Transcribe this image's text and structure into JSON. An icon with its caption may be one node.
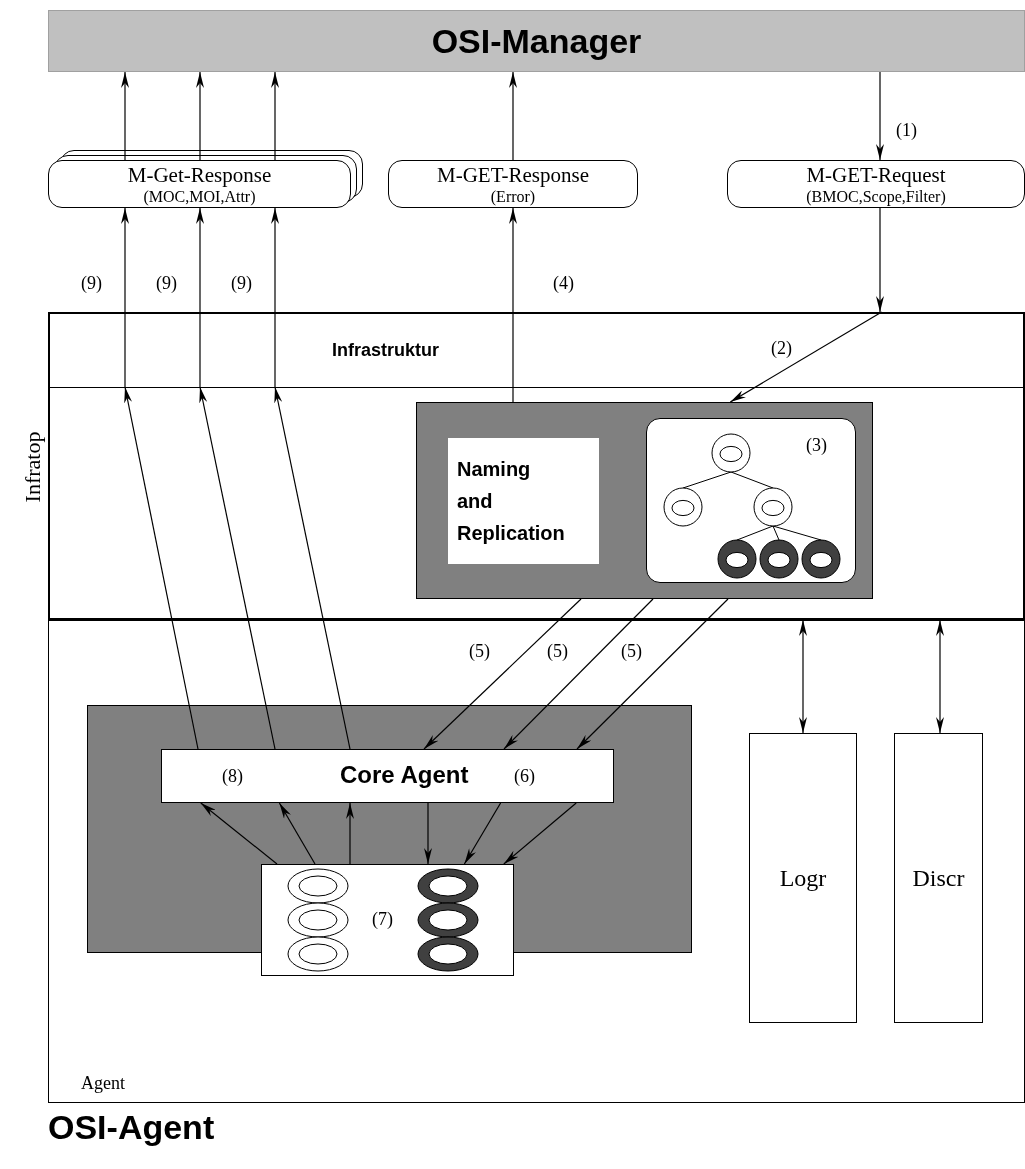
{
  "diagram": {
    "nodes": [
      {
        "text": [
          "OSI-Manager"
        ]
      },
      {
        "text": [
          "M-Get-Response",
          "(MOC,MOI,Attr)"
        ]
      },
      {
        "text": [
          "M-GET-Response",
          "(Error)"
        ]
      },
      {
        "text": [
          "M-GET-Request",
          "(BMOC,Scope,Filter)"
        ]
      },
      {
        "text": [
          "Infratop"
        ]
      },
      {
        "text": [],
        "shape": "box",
        "in": 4
      },
      {
        "text": [
          "Naming and Replication"
        ],
        "in": 5
      },
      {
        "text": [
          "(3)"
        ],
        "in": 5
      },
      {
        "text": [
          "Agent"
        ]
      },
      {
        "text": [],
        "shape": "box",
        "in": 8
      },
      {
        "text": [
          "(8)",
          "Core Agent",
          "(6)"
        ],
        "in": 9
      },
      {
        "text": [
          "(7)"
        ],
        "in": 8
      },
      {
        "text": [
          "Logr"
        ],
        "in": 8
      },
      {
        "text": [
          "Discr"
        ],
        "in": 8
      }
    ],
    "edges": [
      {
        "from": 0,
        "to": 3,
        "arrow": "to",
        "label": "(1)"
      },
      {
        "from": 3,
        "to": 4,
        "arrow": "to"
      },
      {
        "from": 4,
        "to": 5,
        "arrow": "to",
        "label": "(2)"
      },
      {
        "from": 1,
        "to": 0,
        "arrow": "to"
      },
      {
        "from": 1,
        "to": 0,
        "arrow": "to"
      },
      {
        "from": 1,
        "to": 0,
        "arrow": "to"
      },
      {
        "from": 2,
        "to": 0,
        "arrow": "to"
      },
      {
        "from": 5,
        "to": 2,
        "arrow": "to",
        "label": "(4)"
      },
      {
        "from": 10,
        "to": null,
        "arrow": "to"
      },
      {
        "from": 10,
        "to": null,
        "arrow": "to"
      },
      {
        "from": 10,
        "to": null,
        "arrow": "to"
      },
      {
        "from": null,
        "to": 1,
        "arrow": "to",
        "label": "(9)"
      },
      {
        "from": null,
        "to": 1,
        "arrow": "to",
        "label": "(9)"
      },
      {
        "from": null,
        "to": 1,
        "arrow": "to",
        "label": "(9)"
      },
      {
        "from": 5,
        "to": 10,
        "arrow": "to",
        "label": "(5)"
      },
      {
        "from": 5,
        "to": 10,
        "arrow": "to",
        "label": "(5)"
      },
      {
        "from": 5,
        "to": 10,
        "arrow": "to",
        "label": "(5)"
      },
      {
        "from": 11,
        "to": 10,
        "arrow": "to"
      },
      {
        "from": 11,
        "to": 10,
        "arrow": "to"
      },
      {
        "from": 11,
        "to": 10,
        "arrow": "to"
      },
      {
        "from": 10,
        "to": 11,
        "arrow": "to"
      },
      {
        "from": 10,
        "to": 11,
        "arrow": "to"
      },
      {
        "from": 10,
        "to": 11,
        "arrow": "to"
      },
      {
        "from": 4,
        "to": 12,
        "arrow": "both"
      },
      {
        "from": 4,
        "to": 13,
        "arrow": "both"
      }
    ],
    "labels": [
      "Infrastruktur",
      "OSI-Agent"
    ]
  }
}
